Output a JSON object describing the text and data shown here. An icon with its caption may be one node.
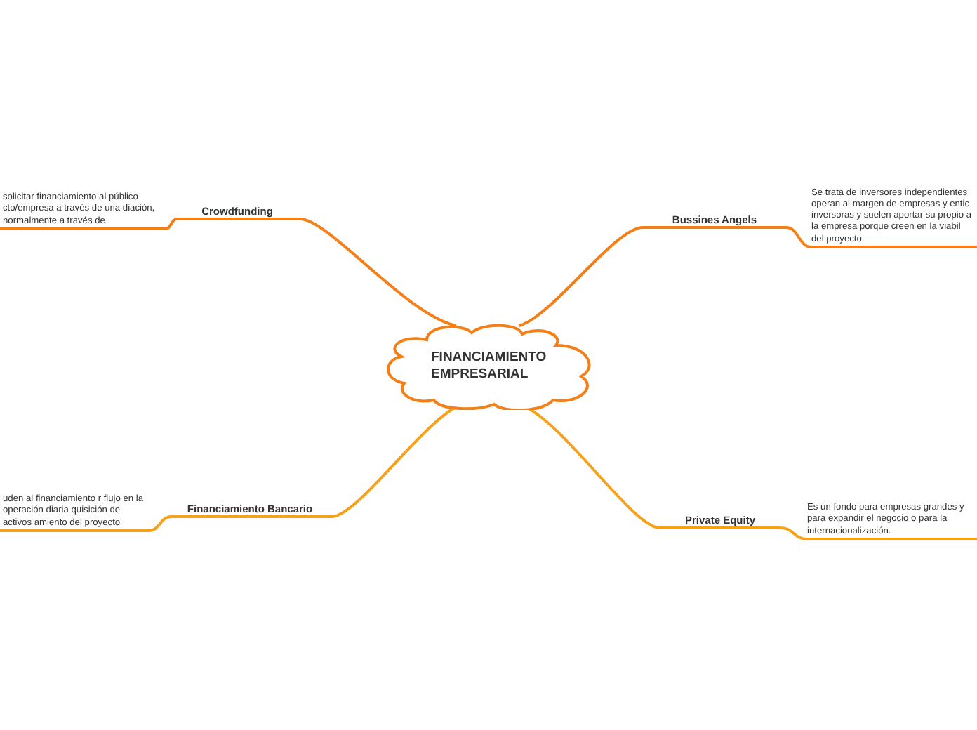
{
  "diagram": {
    "nodes": [
      {
        "text": [
          "FINANCIAMIENTO EMPRESARIAL"
        ]
      },
      {
        "text": [
          "Crowdfunding"
        ]
      },
      {
        "text": [
          "solicitar financiamiento al público cto/empresa a través de una diación, normalmente a través de"
        ]
      },
      {
        "text": [
          "Bussines Angels"
        ]
      },
      {
        "text": [
          "Se trata de inversores independientes operan al margen de empresas y entic inversoras y suelen aportar su propio a la empresa porque creen en la viabil del proyecto."
        ]
      },
      {
        "text": [
          "Financiamiento Bancario"
        ]
      },
      {
        "text": [
          "uden al financiamiento r flujo en la operación diaria quisición de activos amiento del proyecto"
        ]
      },
      {
        "text": [
          "Private Equity"
        ]
      },
      {
        "text": [
          "Es un fondo para empresas grandes y para expandir el negocio o para la internacionalización."
        ]
      }
    ],
    "edges": [
      {
        "from": 0,
        "to": 1,
        "arrow": "none",
        "color": "#f57f17"
      },
      {
        "from": 1,
        "to": 2,
        "arrow": "none",
        "color": "#f57f17"
      },
      {
        "from": 0,
        "to": 3,
        "arrow": "none",
        "color": "#f57f17"
      },
      {
        "from": 3,
        "to": 4,
        "arrow": "none",
        "color": "#f57f17"
      },
      {
        "from": 0,
        "to": 5,
        "arrow": "none",
        "color": "#f7a11a"
      },
      {
        "from": 5,
        "to": 6,
        "arrow": "none",
        "color": "#f7a11a"
      },
      {
        "from": 0,
        "to": 7,
        "arrow": "none",
        "color": "#f7a11a"
      },
      {
        "from": 7,
        "to": 8,
        "arrow": "none",
        "color": "#f7a11a"
      }
    ]
  }
}
